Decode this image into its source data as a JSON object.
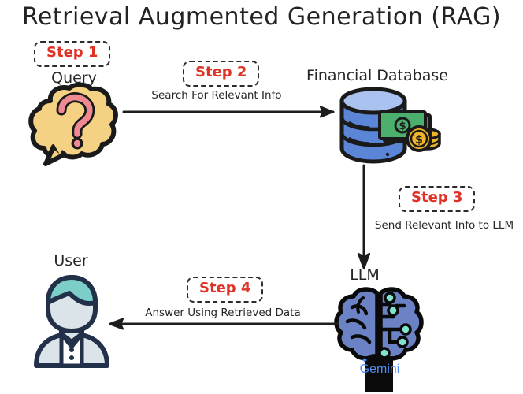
{
  "page": {
    "title": "Retrieval Augmented Generation (RAG)",
    "background": "#ffffff"
  },
  "colors": {
    "step_text": "#e03127",
    "step_border": "#2b2b2b",
    "ink": "#1d1d1d",
    "bubble_fill": "#f4d183",
    "question_mark": "#ef8a93",
    "db_body": "#5b85d6",
    "db_top": "#a9c2ef",
    "money_green": "#4caf6d",
    "coin_gold": "#f0b429",
    "brain_blue": "#6b82c4",
    "circuit_teal": "#7fe3d0",
    "gemini_blue": "#4b8df8",
    "user_skin": "#dbe4e8",
    "user_hair": "#7ccfc8",
    "user_outline": "#23304a"
  },
  "nodes": [
    {
      "id": "query",
      "label": "Query",
      "icon": "speech-bubble-question-icon"
    },
    {
      "id": "database",
      "label": "Financial Database",
      "icon": "financial-database-icon"
    },
    {
      "id": "llm",
      "label": "LLM",
      "icon": "brain-circuit-icon",
      "badge": "Gemini"
    },
    {
      "id": "user",
      "label": "User",
      "icon": "user-avatar-icon"
    }
  ],
  "steps": [
    {
      "id": "step1",
      "badge": "Step 1",
      "caption": ""
    },
    {
      "id": "step2",
      "badge": "Step 2",
      "caption": "Search For Relevant Info"
    },
    {
      "id": "step3",
      "badge": "Step 3",
      "caption": "Send Relevant Info to LLM"
    },
    {
      "id": "step4",
      "badge": "Step 4",
      "caption": "Answer Using Retrieved Data"
    }
  ],
  "arrows": [
    {
      "id": "query-to-database",
      "direction": "right"
    },
    {
      "id": "database-to-llm",
      "direction": "down"
    },
    {
      "id": "llm-to-user",
      "direction": "left"
    }
  ]
}
